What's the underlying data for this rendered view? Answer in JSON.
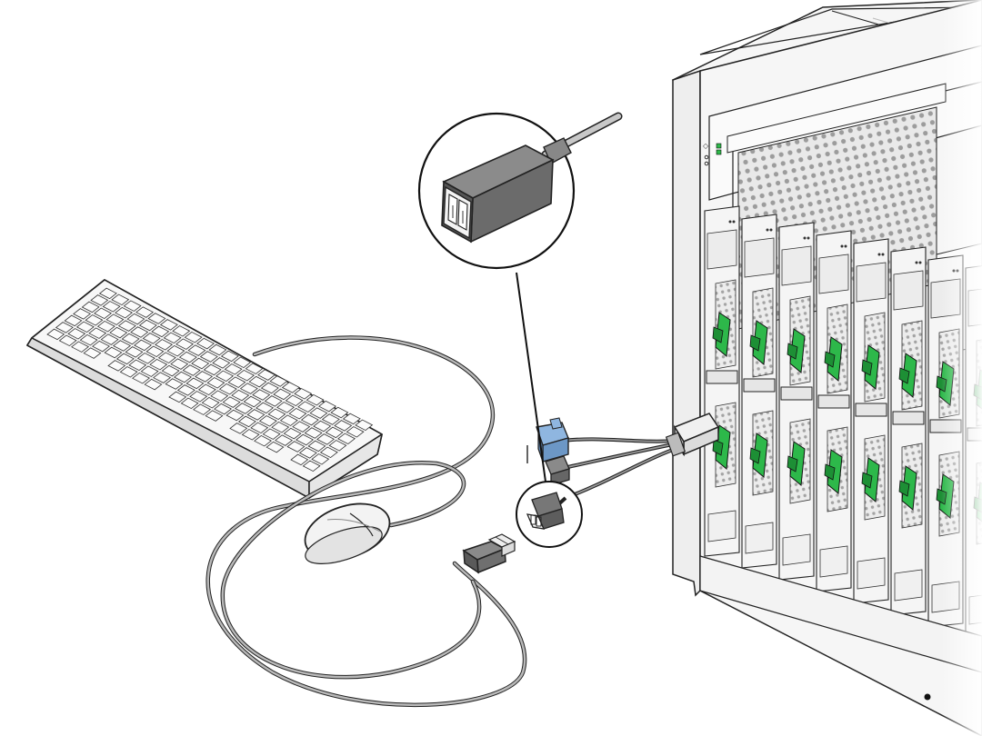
{
  "diagram": {
    "components": [
      {
        "id": "keyboard",
        "icon": "keyboard-icon"
      },
      {
        "id": "mouse",
        "icon": "mouse-icon"
      },
      {
        "id": "usb-connector",
        "icon": "usb-plug-icon"
      },
      {
        "id": "dongle-cable",
        "icon": "dongle-cable-icon"
      },
      {
        "id": "magnifier-callout",
        "icon": "usb-plug-detail-icon"
      },
      {
        "id": "blade-chassis",
        "icon": "blade-chassis-icon"
      }
    ],
    "blade_slots": 8,
    "colors": {
      "line": "#222222",
      "cable": "#9a9a9a",
      "cable_dark": "#444444",
      "ejector_green": "#2db84a",
      "ejector_green_dark": "#1d8f35",
      "vga_blue": "#8fb6e0",
      "usb_gray": "#7a7a7a",
      "chassis_fill": "#f4f4f4",
      "vent_fill": "#cfcfcf"
    }
  }
}
